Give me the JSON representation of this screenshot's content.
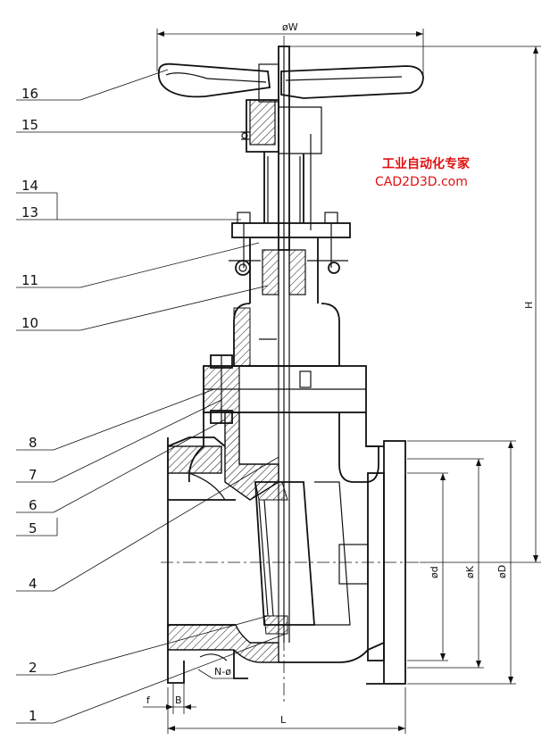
{
  "part_labels": [
    "16",
    "15",
    "14",
    "13",
    "11",
    "10",
    "8",
    "7",
    "6",
    "5",
    "4",
    "2",
    "1"
  ],
  "dimensions": {
    "w": "øW",
    "h": "H",
    "d": "ød",
    "k": "øK",
    "D": "øD",
    "l": "L",
    "f": "f",
    "b": "B",
    "n": "N-ø"
  },
  "watermark": {
    "line1": "工业自动化专家",
    "line2": "CAD2D3D.com"
  }
}
